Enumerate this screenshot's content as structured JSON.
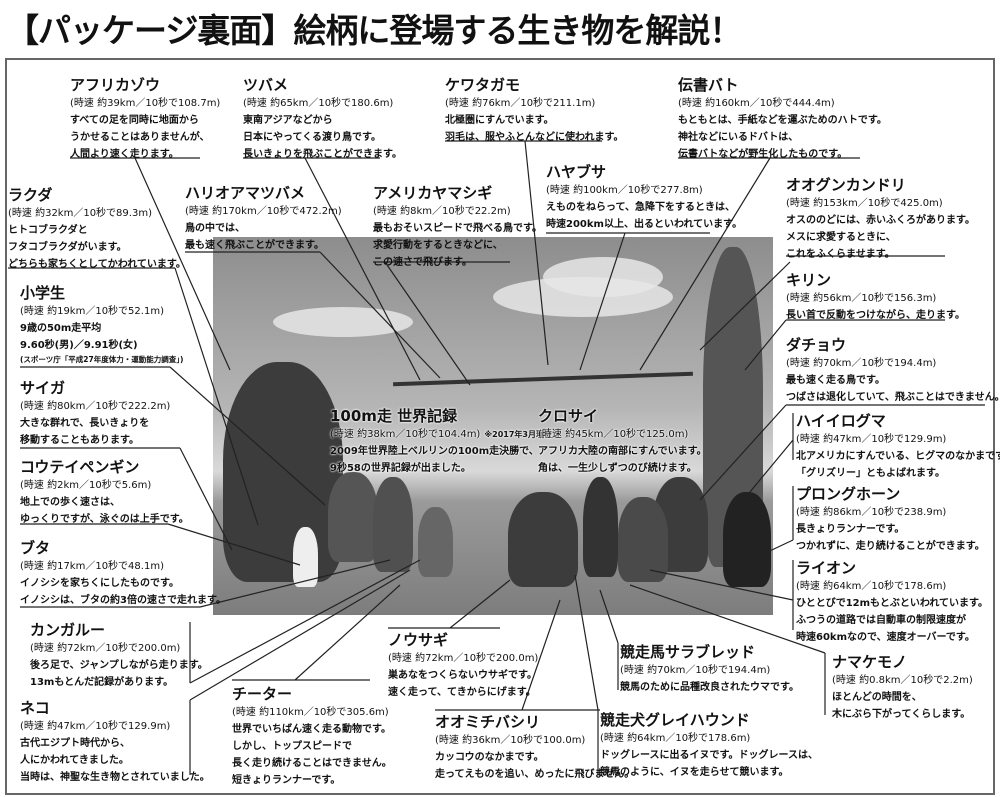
{
  "title": "【パッケージ裏面】絵柄に登場する生き物を解説！",
  "animals": [
    {
      "id": "african-elephant",
      "name": "アフリカゾウ",
      "speed": "(時速 約39km／10秒で108.7m)",
      "lines": [
        "すべての足を同時に地面から",
        "うかせることはありませんが、",
        "人間より速く走ります。"
      ]
    },
    {
      "id": "swallow",
      "name": "ツバメ",
      "speed": "(時速 約65km／10秒で180.6m)",
      "lines": [
        "東南アジアなどから",
        "日本にやってくる渡り鳥です。",
        "長いきょりを飛ぶことができます。"
      ]
    },
    {
      "id": "eider",
      "name": "ケワタガモ",
      "speed": "(時速 約76km／10秒で211.1m)",
      "lines": [
        "北極圏にすんでいます。",
        "羽毛は、服やふとんなどに使われます。"
      ]
    },
    {
      "id": "homing-pigeon",
      "name": "伝書バト",
      "speed": "(時速 約160km／10秒で444.4m)",
      "lines": [
        "もともとは、手紙などを運ぶためのハトです。",
        "神社などにいるドバトは、",
        "伝書バトなどが野生化したものです。"
      ]
    },
    {
      "id": "falcon",
      "name": "ハヤブサ",
      "speed": "(時速 約100km／10秒で277.8m)",
      "lines": [
        "えものをねらって、急降下をするときは、",
        "時速200km以上、出るといわれています。"
      ]
    },
    {
      "id": "frigatebird",
      "name": "オオグンカンドリ",
      "speed": "(時速 約153km／10秒で425.0m)",
      "lines": [
        "オスののどには、赤いふくろがあります。",
        "メスに求愛するときに、",
        "これをふくらませます。"
      ]
    },
    {
      "id": "camel",
      "name": "ラクダ",
      "speed": "(時速 約32km／10秒で89.3m)",
      "lines": [
        "ヒトコブラクダと",
        "フタコブラクダがいます。",
        "どちらも家ちくとしてかわれています。"
      ]
    },
    {
      "id": "needletail",
      "name": "ハリオアマツバメ",
      "speed": "(時速 約170km／10秒で472.2m)",
      "lines": [
        "鳥の中では、",
        "最も速く飛ぶことができます。"
      ]
    },
    {
      "id": "woodcock",
      "name": "アメリカヤマシギ",
      "speed": "(時速 約8km／10秒で22.2m)",
      "lines": [
        "最もおそいスピードで飛べる鳥です。",
        "求愛行動をするときなどに、",
        "この速さで飛びます。"
      ]
    },
    {
      "id": "schoolchild",
      "name": "小学生",
      "speed": "(時速 約19km／10秒で52.1m)",
      "lines": [
        "9歳の50m走平均",
        "9.60秒(男)／9.91秒(女)"
      ],
      "note": "(スポーツ庁「平成27年度体力・運動能力調査」)"
    },
    {
      "id": "giraffe",
      "name": "キリン",
      "speed": "(時速 約56km／10秒で156.3m)",
      "lines": [
        "長い首で反動をつけながら、走ります。"
      ]
    },
    {
      "id": "ostrich",
      "name": "ダチョウ",
      "speed": "(時速 約70km／10秒で194.4m)",
      "lines": [
        "最も速く走る鳥です。",
        "つばさは退化していて、飛ぶことはできません。"
      ]
    },
    {
      "id": "world-record",
      "name": "100m走 世界記録",
      "speed": "(時速 約38km／10秒で104.4m)",
      "note": "※2017年3月現在",
      "lines": [
        "2009年世界陸上ベルリンの100m走決勝で、",
        "9秒58の世界記録が出ました。"
      ]
    },
    {
      "id": "black-rhino",
      "name": "クロサイ",
      "speed": "(時速 約45km／10秒で125.0m)",
      "lines": [
        "アフリカ大陸の南部にすんでいます。",
        "角は、一生少しずつのび続けます。"
      ]
    },
    {
      "id": "saiga",
      "name": "サイガ",
      "speed": "(時速 約80km／10秒で222.2m)",
      "lines": [
        "大きな群れで、長いきょりを",
        "移動することもあります。"
      ]
    },
    {
      "id": "grizzly",
      "name": "ハイイログマ",
      "speed": "(時速 約47km／10秒で129.9m)",
      "lines": [
        "北アメリカにすんでいる、ヒグマのなかまです。",
        "「グリズリー」ともよばれます。"
      ]
    },
    {
      "id": "emperor-penguin",
      "name": "コウテイペンギン",
      "speed": "(時速 約2km／10秒で5.6m)",
      "lines": [
        "地上での歩く速さは、",
        "ゆっくりですが、泳ぐのは上手です。"
      ]
    },
    {
      "id": "pronghorn",
      "name": "プロングホーン",
      "speed": "(時速 約86km／10秒で238.9m)",
      "lines": [
        "長きょりランナーです。",
        "つかれずに、走り続けることができます。"
      ]
    },
    {
      "id": "pig",
      "name": "ブタ",
      "speed": "(時速 約17km／10秒で48.1m)",
      "lines": [
        "イノシシを家ちくにしたものです。",
        "イノシシは、ブタの約3倍の速さで走れます。"
      ]
    },
    {
      "id": "lion",
      "name": "ライオン",
      "speed": "(時速 約64km／10秒で178.6m)",
      "lines": [
        "ひととびで12mもとぶといわれています。",
        "ふつうの道路では自動車の制限速度が",
        "時速60kmなので、速度オーバーです。"
      ]
    },
    {
      "id": "kangaroo",
      "name": "カンガルー",
      "speed": "(時速 約72km／10秒で200.0m)",
      "lines": [
        "後ろ足で、ジャンプしながら走ります。",
        "13mもとんだ記録があります。"
      ]
    },
    {
      "id": "hare",
      "name": "ノウサギ",
      "speed": "(時速 約72km／10秒で200.0m)",
      "lines": [
        "巣あなをつくらないウサギです。",
        "速く走って、てきからにげます。"
      ]
    },
    {
      "id": "thoroughbred",
      "name": "競走馬サラブレッド",
      "speed": "(時速 約70km／10秒で194.4m)",
      "lines": [
        "競馬のために品種改良されたウマです。"
      ]
    },
    {
      "id": "sloth",
      "name": "ナマケモノ",
      "speed": "(時速 約0.8km／10秒で2.2m)",
      "lines": [
        "ほとんどの時間を、",
        "木にぶら下がってくらします。"
      ]
    },
    {
      "id": "cheetah",
      "name": "チーター",
      "speed": "(時速 約110km／10秒で305.6m)",
      "lines": [
        "世界でいちばん速く走る動物です。",
        "しかし、トップスピードで",
        "長く走り続けることはできません。",
        "短きょりランナーです。"
      ]
    },
    {
      "id": "cat",
      "name": "ネコ",
      "speed": "(時速 約47km／10秒で129.9m)",
      "lines": [
        "古代エジプト時代から、",
        "人にかわれてきました。",
        "当時は、神聖な生き物とされていました。"
      ]
    },
    {
      "id": "roadrunner",
      "name": "オオミチバシリ",
      "speed": "(時速 約36km／10秒で100.0m)",
      "lines": [
        "カッコウのなかまです。",
        "走ってえものを追い、めったに飛びません。"
      ]
    },
    {
      "id": "greyhound",
      "name": "競走犬グレイハウンド",
      "speed": "(時速 約64km／10秒で178.6m)",
      "lines": [
        "ドッグレースに出るイヌです。ドッグレースは、",
        "競馬のように、イヌを走らせて競います。"
      ]
    }
  ]
}
